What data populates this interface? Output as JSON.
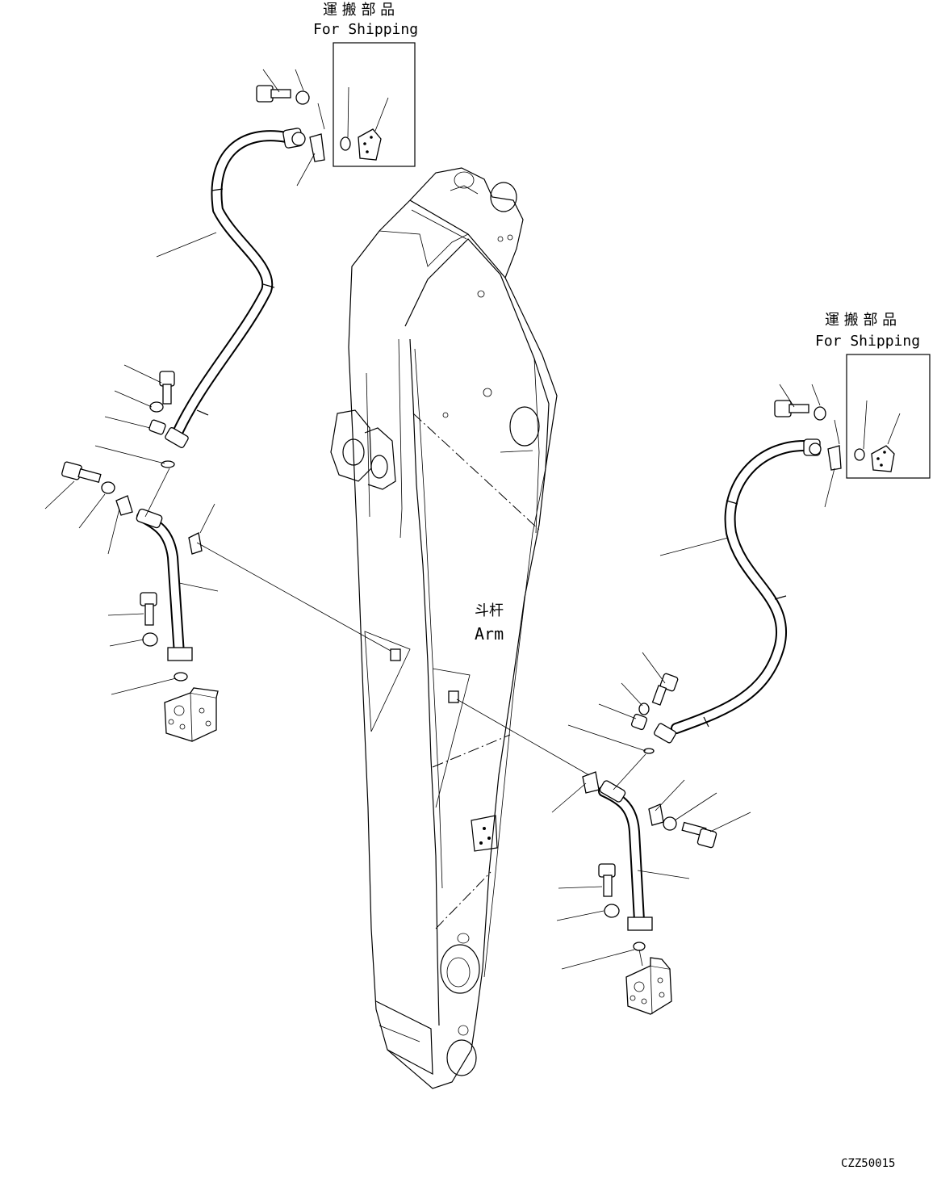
{
  "labels": {
    "shipping_left_cjk": "運 搬 部 品",
    "shipping_left_en": "For Shipping",
    "shipping_right_cjk": "運 搬 部 品",
    "shipping_right_en": "For Shipping",
    "arm_cjk": "斗杆",
    "arm_en": "Arm",
    "drawing_code": "CZZ50015"
  }
}
